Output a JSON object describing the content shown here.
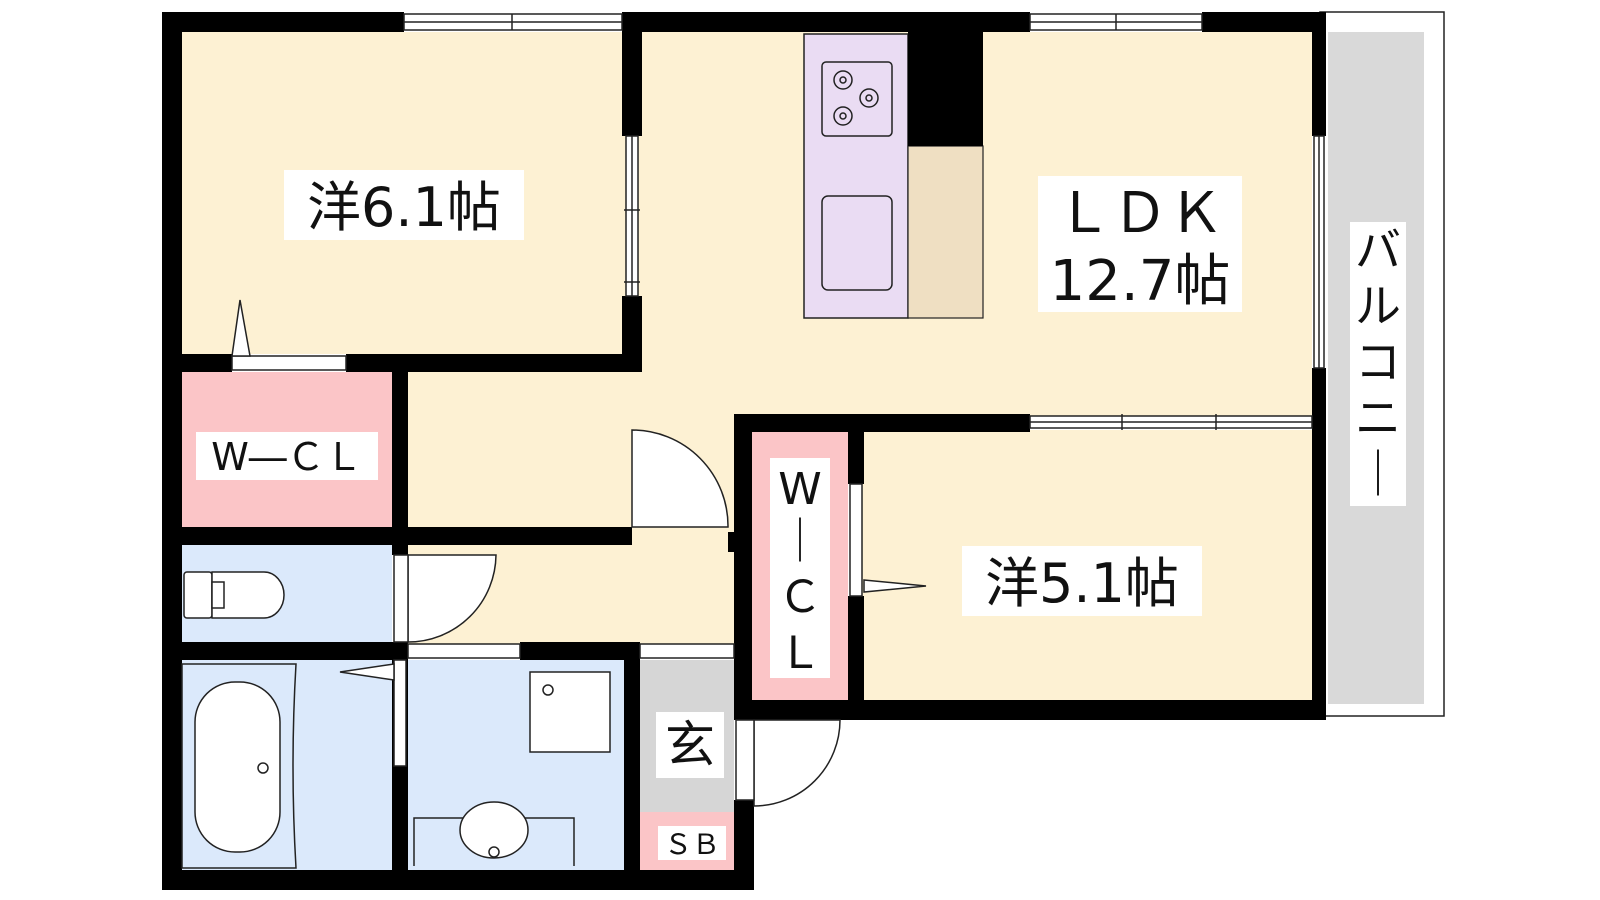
{
  "rooms": {
    "western_room_1": "洋6.1帖",
    "ldk_line1": "ＬＤＫ",
    "ldk_line2": "12.7帖",
    "walk_in_closet_1": "W―ＣＬ",
    "walk_in_closet_2_line1": "W",
    "walk_in_closet_2_line2": "｜",
    "walk_in_closet_2_line3": "Ｃ",
    "walk_in_closet_2_line4": "Ｌ",
    "western_room_2": "洋5.1帖",
    "balcony": [
      "バ",
      "ル",
      "コ",
      "ニ",
      "｜"
    ],
    "entrance": "玄",
    "shoe_box": "ＳＢ"
  },
  "colors": {
    "living": "#fdf1d3",
    "closet": "#fbc5c7",
    "water": "#dbe9fb",
    "kitchen": "#eadcf3",
    "counter": "#efdfc2",
    "balcony": "#d9d9d9",
    "entrance": "#d6d6d6",
    "wall": "#000000"
  }
}
